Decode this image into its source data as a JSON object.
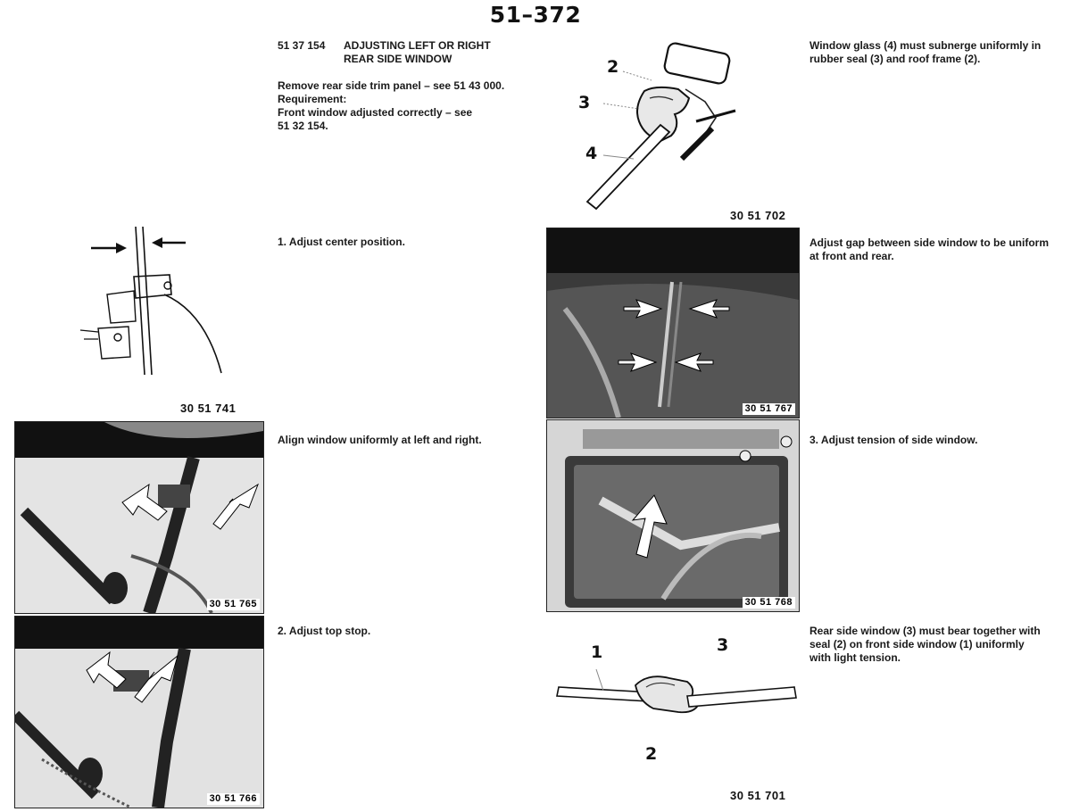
{
  "page_number": "51–372",
  "section": {
    "code": "51 37 154",
    "title_line1": "ADJUSTING LEFT OR RIGHT",
    "title_line2": "REAR SIDE WINDOW",
    "intro_lines": [
      "Remove rear side trim panel – see 51 43 000.",
      "Requirement:",
      "Front window adjusted correctly – see",
      "51 32 154."
    ]
  },
  "figures": {
    "f702": {
      "number": "30 51 702",
      "caption_lines": [
        "Window glass (4) must subnerge uniformly in",
        "rubber seal (3) and roof frame (2)."
      ],
      "callouts": [
        "2",
        "3",
        "4"
      ]
    },
    "f741": {
      "number": "30 51 741",
      "caption": "1. Adjust center position."
    },
    "f767": {
      "number": "30 51 767",
      "caption_lines": [
        "Adjust gap between side window to be uniform",
        "at front and rear."
      ]
    },
    "f765": {
      "number": "30 51 765",
      "caption": "Align window uniformly at left and right."
    },
    "f768": {
      "number": "30 51 768",
      "caption": "3. Adjust tension of side window."
    },
    "f766": {
      "number": "30 51 766",
      "caption": "2. Adjust top stop."
    },
    "f701": {
      "number": "30 51 701",
      "caption_lines": [
        "Rear side window (3) must bear together with",
        "seal (2) on front side window (1) uniformly",
        "with light tension."
      ],
      "callouts": [
        "1",
        "3",
        "2"
      ]
    }
  }
}
